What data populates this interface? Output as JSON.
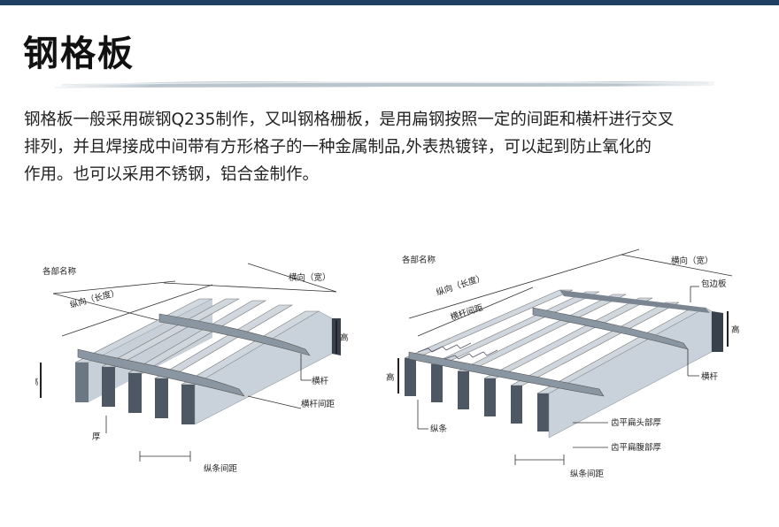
{
  "title": "钢格板",
  "description": {
    "lines": [
      "钢格板一般采用碳钢Q235制作，又叫钢格栅板，是用扁钢按照一定的间距和横杆进行交叉",
      "排列，并且焊接成中间带有方形格子的一种金属制品,外表热镀锌，可以起到防止氧化的",
      "作用。也可以采用不锈钢，铝合金制作。"
    ]
  },
  "diagram_left": {
    "title": "各部名称",
    "labels": {
      "lengthwise": "纵向（长度）",
      "crosswise": "横向（宽）",
      "height_left": "高",
      "height_right": "高",
      "cross_bar": "横杆",
      "cross_bar_spacing": "横杆间距",
      "thickness": "厚",
      "bearing_bar_spacing": "纵条间距"
    }
  },
  "diagram_right": {
    "title": "各部名称",
    "labels": {
      "lengthwise": "纵向（长度）",
      "crosswise": "横向（宽）",
      "cross_bar_spacing": "横杆间距",
      "edge_band": "包边板",
      "height_left": "高",
      "height_right": "高",
      "cross_bar": "横杆",
      "bearing_bar": "纵条",
      "serrated_head_thickness": "齿平扁头部厚",
      "serrated_web_thickness": "齿平扁腹部厚",
      "bearing_bar_spacing": "纵条间距"
    }
  }
}
